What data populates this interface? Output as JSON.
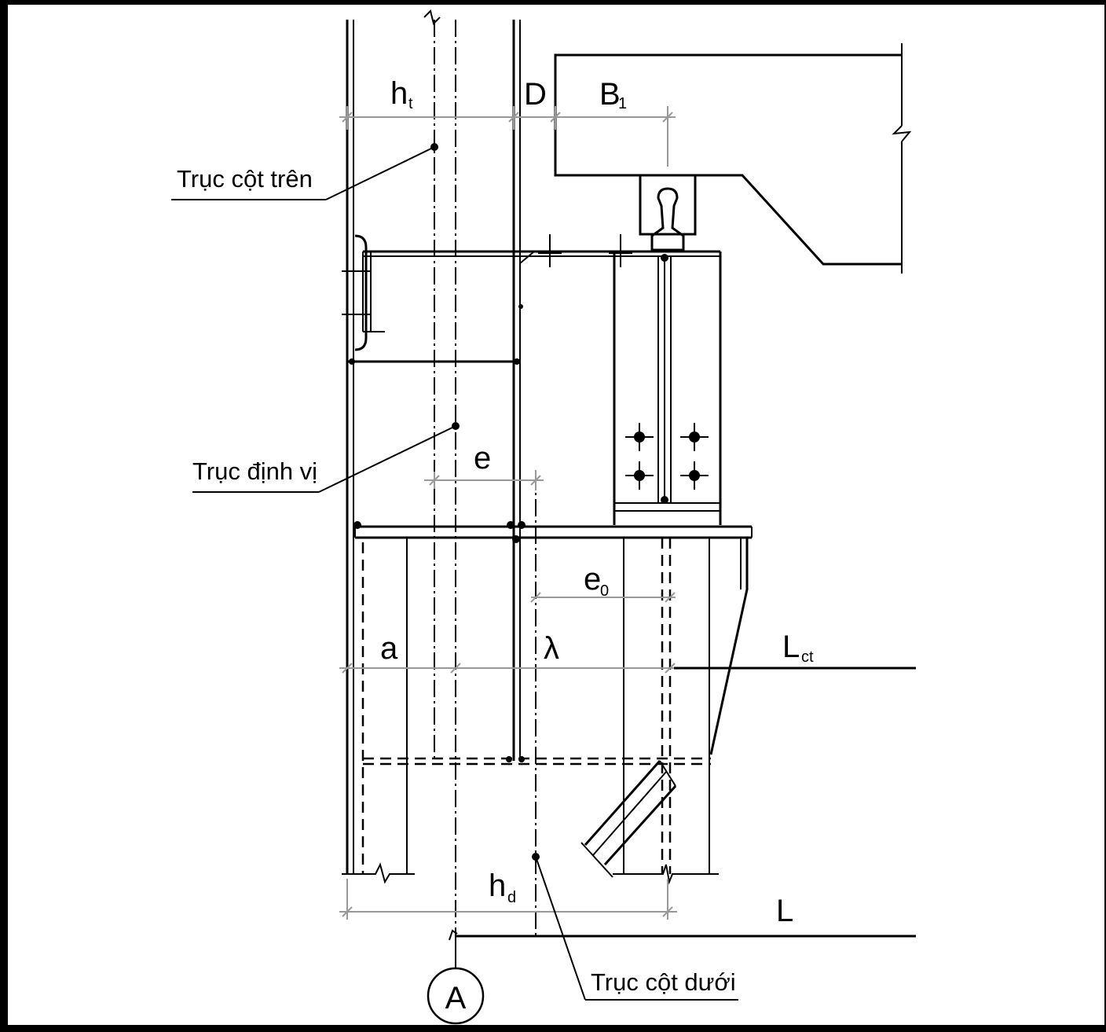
{
  "labels": {
    "ht_main": "h",
    "ht_sub": "t",
    "d": "D",
    "b1_main": "B",
    "b1_sub": "1",
    "truc_cot_tren": "Trục cột trên",
    "truc_dinh_vi": "Trục định vị",
    "e": "e",
    "e0_main": "e",
    "e0_sub": "0",
    "a": "a",
    "lambda": "λ",
    "lct_main": "L",
    "lct_sub": "ct",
    "hd_main": "h",
    "hd_sub": "d",
    "l": "L",
    "truc_cot_duoi": "Trục cột dưới",
    "axis_a": "A"
  }
}
